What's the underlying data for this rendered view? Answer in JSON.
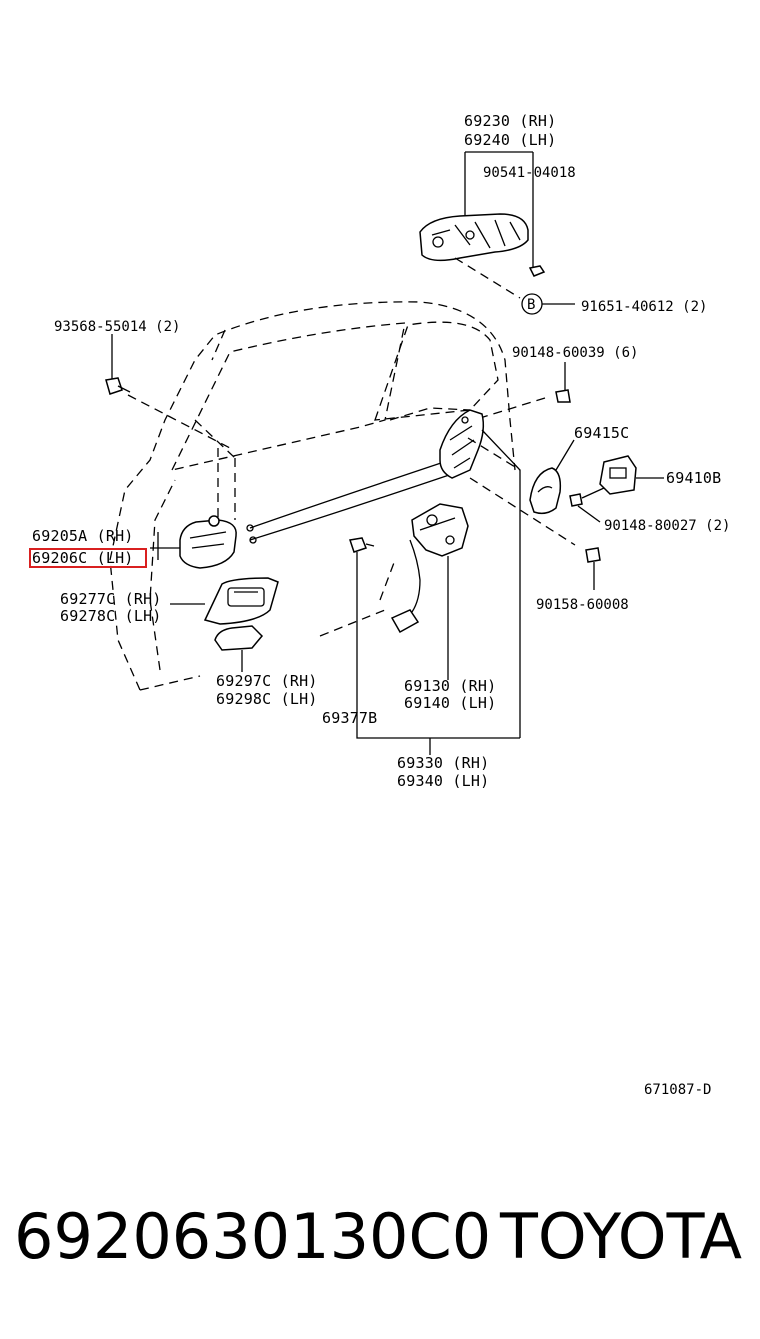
{
  "labels": {
    "p69230": "69230 (RH)",
    "p69240": "69240 (LH)",
    "p90541": "90541-04018",
    "circle_b": "B",
    "p91651": "91651-40612 (2)",
    "p93568": "93568-55014 (2)",
    "p90148a": "90148-60039 (6)",
    "p69415": "69415C",
    "p69410": "69410B",
    "p90148b": "90148-80027 (2)",
    "p69205": "69205A (RH)",
    "p69206": "69206C (LH)",
    "p90158": "90158-60008",
    "p69277": "69277C (RH)",
    "p69278": "69278C (LH)",
    "p69297": "69297C (RH)",
    "p69298": "69298C (LH)",
    "p69130": "69130 (RH)",
    "p69140": "69140 (LH)",
    "p69377": "69377B",
    "p69330": "69330 (RH)",
    "p69340": "69340 (LH)",
    "code": "671087-D"
  },
  "highlight_part": "69206C (LH)",
  "footer": {
    "part_number": "6920630130C0",
    "brand": "TOYOTA"
  },
  "colors": {
    "highlight": "#d92020",
    "ink": "#000000"
  }
}
